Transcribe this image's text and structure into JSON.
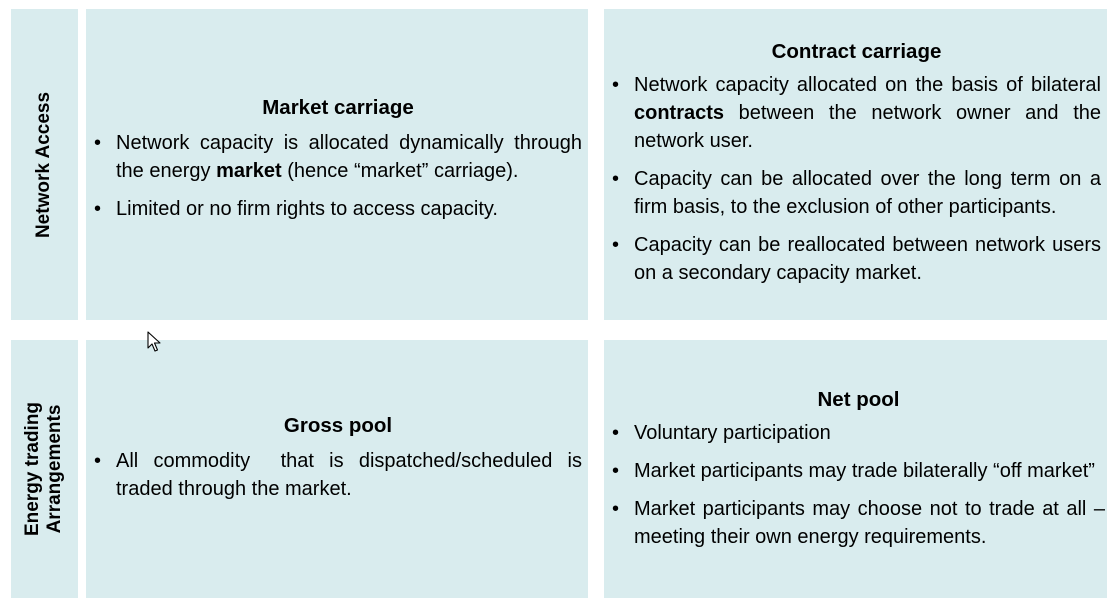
{
  "rows": [
    {
      "label_lines": [
        "Network Access"
      ],
      "left": {
        "title": "Market carriage",
        "bullets": [
          [
            "Network capacity is allocated dynamically through the energy ",
            "market",
            " (hence “market” carriage)."
          ],
          [
            "Limited or no firm rights to access capacity.",
            "",
            ""
          ]
        ]
      },
      "right": {
        "title": "Contract carriage",
        "bullets": [
          [
            "Network capacity allocated on the basis of bilateral ",
            "contracts",
            " between the network owner and the network user."
          ],
          [
            "Capacity can be allocated over the long term on a firm basis, to the exclusion of other participants.",
            "",
            ""
          ],
          [
            "Capacity can be reallocated between network users on a secondary capacity market.",
            "",
            ""
          ]
        ]
      }
    },
    {
      "label_lines": [
        "Energy trading",
        "Arrangements"
      ],
      "left": {
        "title": "Gross pool",
        "bullets": [
          [
            "All commodity  that is dispatched/scheduled is traded through the market.",
            "",
            ""
          ]
        ]
      },
      "right": {
        "title": "Net pool",
        "bullets": [
          [
            "Voluntary participation",
            "",
            ""
          ],
          [
            "Market participants may trade bilaterally “off market”",
            "",
            ""
          ],
          [
            "Market participants may choose not to trade at all – meeting their own energy requirements.",
            "",
            ""
          ]
        ]
      }
    }
  ],
  "colors": {
    "panel": "#d9ecee",
    "background": "#ffffff",
    "text": "#000000"
  },
  "icons": {
    "cursor": "mouse-pointer-icon"
  }
}
